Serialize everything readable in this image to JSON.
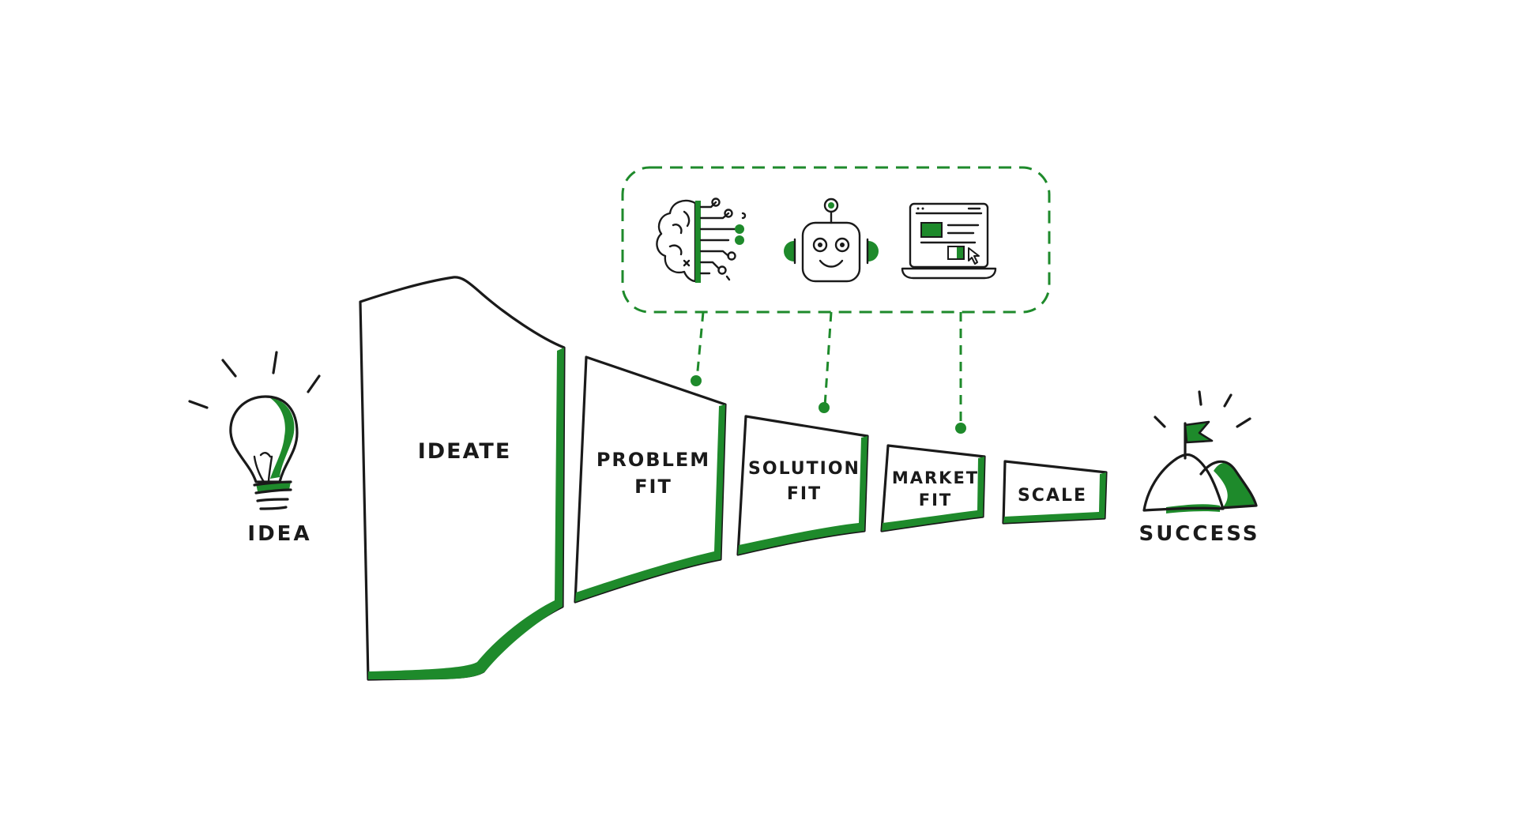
{
  "colors": {
    "accent": "#1e8a2b",
    "ink": "#1a1a1a",
    "background": "#ffffff"
  },
  "start": {
    "label": "IDEA",
    "icon": "lightbulb-icon"
  },
  "end": {
    "label": "SUCCESS",
    "icon": "mountain-flag-icon"
  },
  "stages": [
    {
      "lines": [
        "IDEATE"
      ]
    },
    {
      "lines": [
        "PROBLEM",
        "FIT"
      ]
    },
    {
      "lines": [
        "SOLUTION",
        "FIT"
      ]
    },
    {
      "lines": [
        "MARKET",
        "FIT"
      ]
    },
    {
      "lines": [
        "SCALE"
      ]
    }
  ],
  "tools": [
    {
      "icon": "ai-brain-circuit-icon",
      "connects_to_stage": 1
    },
    {
      "icon": "robot-icon",
      "connects_to_stage": 2
    },
    {
      "icon": "laptop-web-page-icon",
      "connects_to_stage": 3
    }
  ]
}
